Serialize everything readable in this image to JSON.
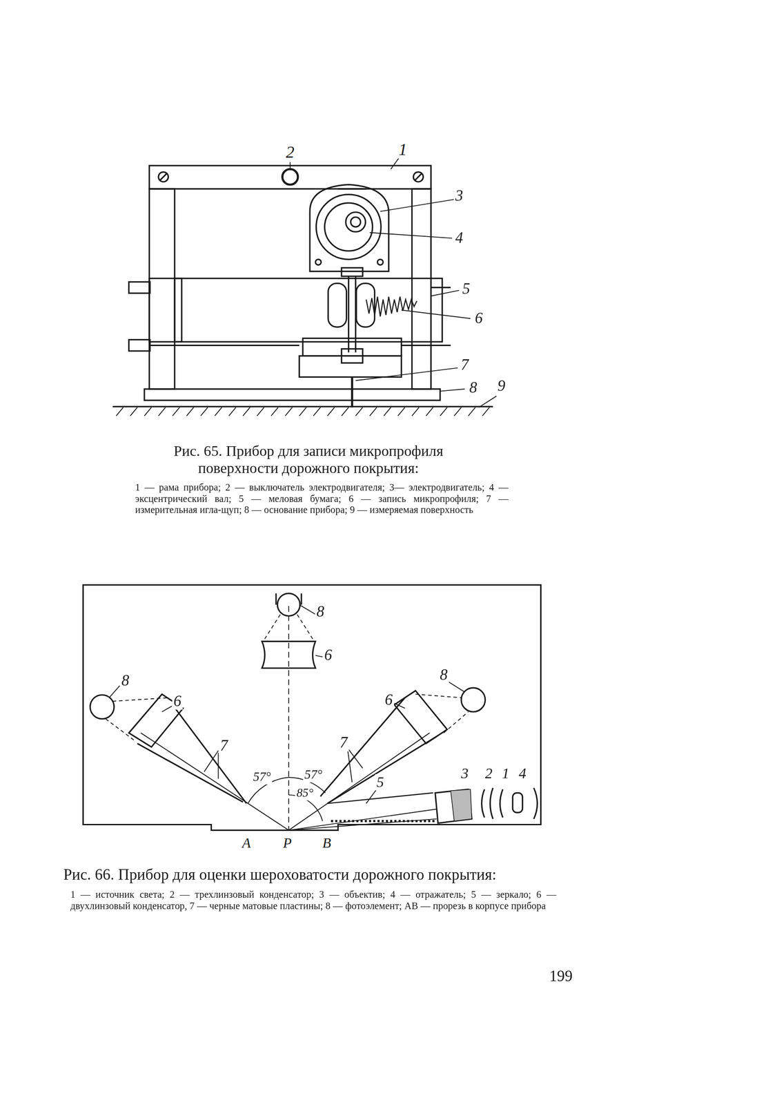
{
  "diagram": {
    "labels": [
      "2",
      "1",
      "3",
      "4",
      "5",
      "6",
      "7",
      "8",
      "9",
      "Рис. 65. Прибор для записи микропрофиля поверхности дорожного покрытия:",
      "1 — рама прибора; 2 — выключатель электродвигателя; 3— электродвигатель; 4 — эксцентрический вал; 5 — меловая бумага; 6 — запись микропрофиля; 7 — измерительная игла-щуп; 8 — основание прибора; 9 — измеряемая поверхность",
      "8",
      "6",
      "8",
      "6",
      "8",
      "6",
      "7",
      "7",
      "57°",
      "57°",
      "85°",
      "3",
      "2",
      "1",
      "4",
      "5",
      "А",
      "Р",
      "В",
      "Рис. 66. Прибор для оценки шероховатости дорожного покрытия:",
      "1 — источник света; 2 — трехлинзовый конденсатор; 3 — объектив; 4 — отражатель; 5 — зеркало; 6 — двухлинзовый конденсатор, 7 — черные матовые пластины; 8 — фотоэлемент; АВ — прорезь в корпусе прибора",
      "199"
    ]
  }
}
